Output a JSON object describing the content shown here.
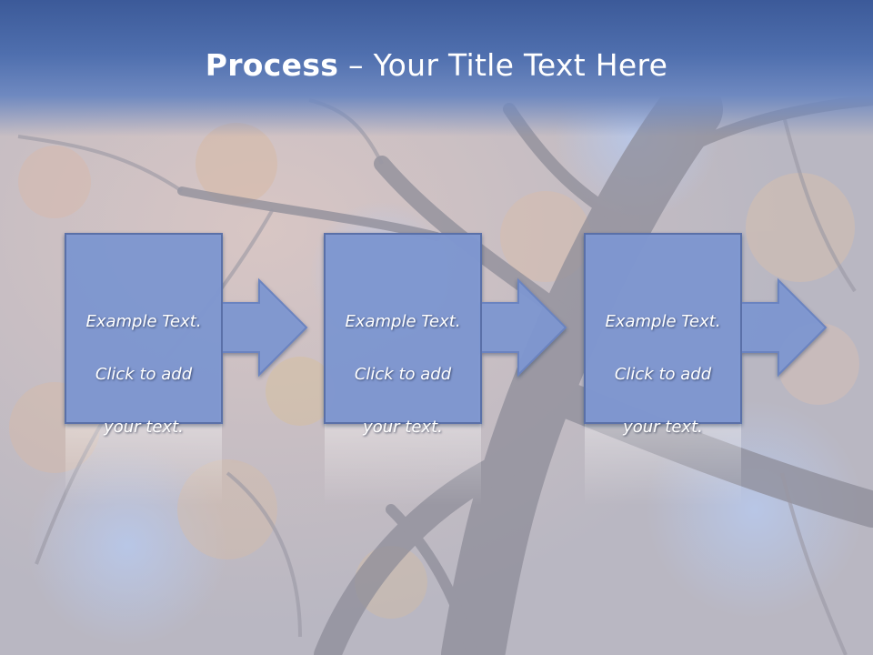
{
  "slide": {
    "title_bold": "Process",
    "title_rest": " – Your Title Text Here"
  },
  "steps": [
    {
      "line1": "Example Text.",
      "line2": "Click  to add",
      "line3": "your text."
    },
    {
      "line1": "Example Text.",
      "line2": "Click  to add",
      "line3": "your text."
    },
    {
      "line1": "Example Text.",
      "line2": "Click  to add",
      "line3": "your text."
    }
  ],
  "colors": {
    "title_band": "#3c5a99",
    "box_fill": "#7f98d2",
    "box_stroke": "#5a6fa8",
    "text": "#ffffff"
  },
  "icons": {
    "background": "autumn-tree-canopy-photo"
  }
}
